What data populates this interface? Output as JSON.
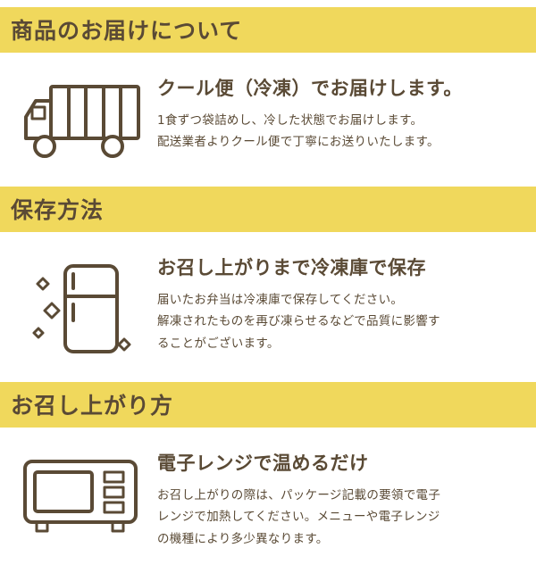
{
  "colors": {
    "header_bg": "#f0d85c",
    "text": "#5a4a35",
    "background": "#ffffff"
  },
  "sections": [
    {
      "header": "商品のお届けについて",
      "icon": "truck-icon",
      "heading": "クール便（冷凍）でお届けします。",
      "body_lines": [
        "1食ずつ袋詰めし、冷した状態でお届けします。",
        "配送業者よりクール便で丁寧にお送りいたします。"
      ]
    },
    {
      "header": "保存方法",
      "icon": "fridge-icon",
      "heading": "お召し上がりまで冷凍庫で保存",
      "body_lines": [
        "届いたお弁当は冷凍庫で保存してください。",
        "解凍されたものを再び凍らせるなどで品質に影響す",
        "ることがございます。"
      ]
    },
    {
      "header": "お召し上がり方",
      "icon": "microwave-icon",
      "heading": "電子レンジで温めるだけ",
      "body_lines": [
        "お召し上がりの際は、パッケージ記載の要領で電子",
        "レンジで加熱してください。メニューや電子レンジ",
        "の機種により多少異なります。"
      ]
    }
  ]
}
